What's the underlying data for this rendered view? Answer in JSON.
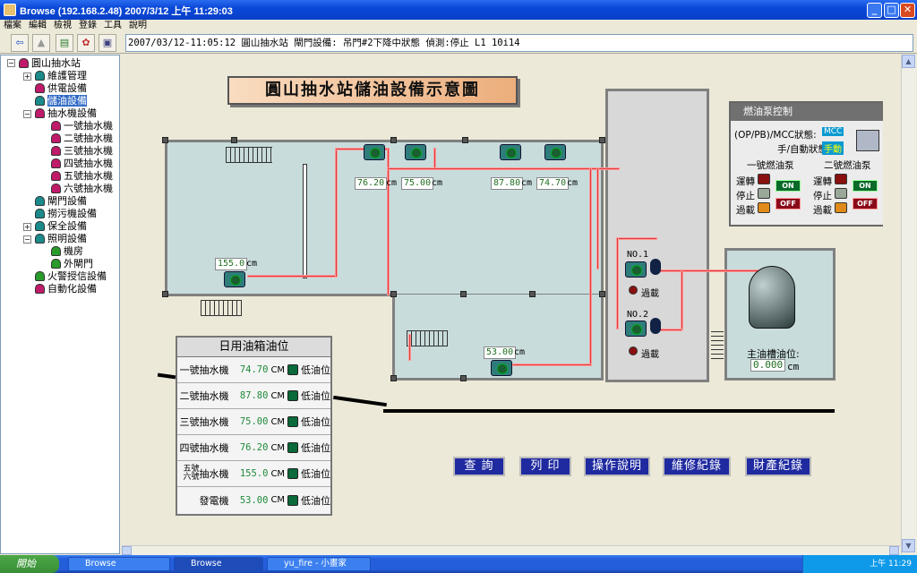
{
  "window": {
    "title": "Browse (192.168.2.48)     2007/3/12 上午 11:29:03",
    "min": "_",
    "max": "□",
    "close": "✕"
  },
  "menu": [
    "檔案",
    "編輯",
    "檢視",
    "登錄",
    "工具",
    "說明"
  ],
  "status_line": "2007/03/12-11:05:12 圓山抽水站 閘門設備: 吊門#2下降中狀態     偵測:停止                     L1 10i14",
  "tree": {
    "root": "圓山抽水站",
    "items": [
      {
        "label": "維護管理"
      },
      {
        "label": "供電設備"
      },
      {
        "label": "儲油設備"
      },
      {
        "label": "抽水機設備"
      },
      {
        "label": "一號抽水機"
      },
      {
        "label": "二號抽水機"
      },
      {
        "label": "三號抽水機"
      },
      {
        "label": "四號抽水機"
      },
      {
        "label": "五號抽水機"
      },
      {
        "label": "六號抽水機"
      },
      {
        "label": "閘門設備"
      },
      {
        "label": "撈污機設備"
      },
      {
        "label": "保全設備"
      },
      {
        "label": "照明設備"
      },
      {
        "label": "機房"
      },
      {
        "label": "外閘門"
      },
      {
        "label": "火警授信設備"
      },
      {
        "label": "自動化設備"
      }
    ]
  },
  "diagram": {
    "title": "圓山抽水站儲油設備示意圖",
    "unit": "cm",
    "readings": [
      {
        "value": "76.20"
      },
      {
        "value": "75.00"
      },
      {
        "value": "87.80"
      },
      {
        "value": "74.70"
      },
      {
        "value": "155.0"
      },
      {
        "value": "53.00"
      }
    ],
    "pump1": "NO.1",
    "pump2": "NO.2",
    "overload": "過載",
    "main_tank_label": "主油槽油位:",
    "main_tank_value": "0.000",
    "main_tank_unit": "cm"
  },
  "tank_panel": {
    "title": "日用油箱油位",
    "unit": "CM",
    "low_label": "低油位",
    "rows": [
      {
        "name": "一號抽水機",
        "value": "74.70"
      },
      {
        "name": "二號抽水機",
        "value": "87.80"
      },
      {
        "name": "三號抽水機",
        "value": "75.00"
      },
      {
        "name": "四號抽水機",
        "value": "76.20"
      },
      {
        "name_a": "五號",
        "name_b": "六號",
        "name": "抽水機",
        "value": "155.0"
      },
      {
        "name": "發電機",
        "value": "53.00"
      }
    ]
  },
  "fuel_panel": {
    "title": "燃油泵控制",
    "op_label": "(OP/PB)/MCC狀態:",
    "op_value": "MCC",
    "mode_label": "手/自動狀態:",
    "mode_value": "手動",
    "pump1_title": "一號燃油泵",
    "pump2_title": "二號燃油泵",
    "run": "運轉",
    "stop": "停止",
    "overload": "過載",
    "on": "ON",
    "off": "OFF"
  },
  "nav_buttons": [
    "查 詢",
    "列 印",
    "操作說明",
    "維修紀錄",
    "財產紀錄"
  ],
  "taskbar": {
    "start": "開始",
    "tasks": [
      "Browse",
      "Browse",
      "yu_fire - 小畫家"
    ],
    "clock": "上午 11:29"
  },
  "colors": {
    "pipe": "#e03a3a",
    "room": "#c8dcdc",
    "title_bar": "#0a48d8",
    "nav_button": "#1f2aa0"
  }
}
